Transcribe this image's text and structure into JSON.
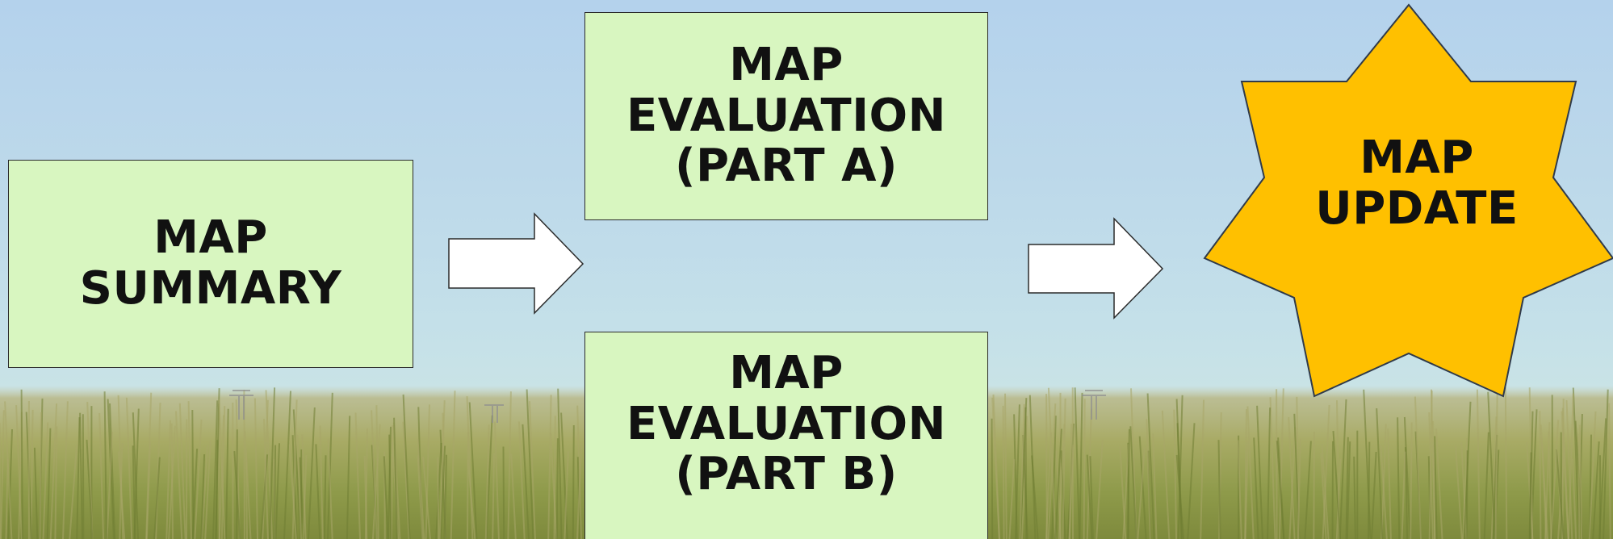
{
  "nodes": {
    "summary": {
      "label": "MAP\nSUMMARY"
    },
    "eval_a": {
      "label": "MAP\nEVALUATION\n(PART A)"
    },
    "eval_b": {
      "label": "MAP\nEVALUATION\n(PART B)"
    },
    "update": {
      "label": "MAP\nUPDATE"
    }
  },
  "colors": {
    "box_fill": "#d8f6c0",
    "star_fill": "#ffc000",
    "arrow_fill": "#ffffff",
    "outline": "#2b2b2b",
    "sky": "#b4d2ec",
    "grass": "#9aa85a"
  }
}
